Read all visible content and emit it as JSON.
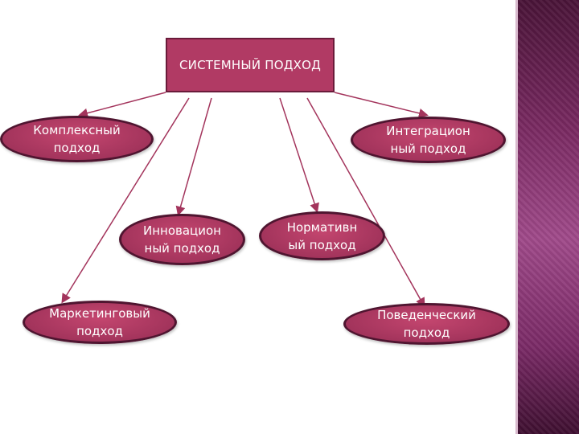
{
  "diagram": {
    "root": {
      "label": "СИСТЕМНЫЙ ПОДХОД"
    },
    "nodes": {
      "complex": "Комплексный\nподход",
      "integration": "Интеграцион\nный подход",
      "innovation": "Инновацион\nный подход",
      "normative": "Нормативн\nый подход",
      "marketing": "Маркетинговый\nподход",
      "behavioral": "Поведенческий\nподход"
    }
  },
  "colors": {
    "node_fill": "#b13a64",
    "node_border": "#4f1530",
    "connector": "#a3345c",
    "side_panel": "#7a2a62"
  }
}
